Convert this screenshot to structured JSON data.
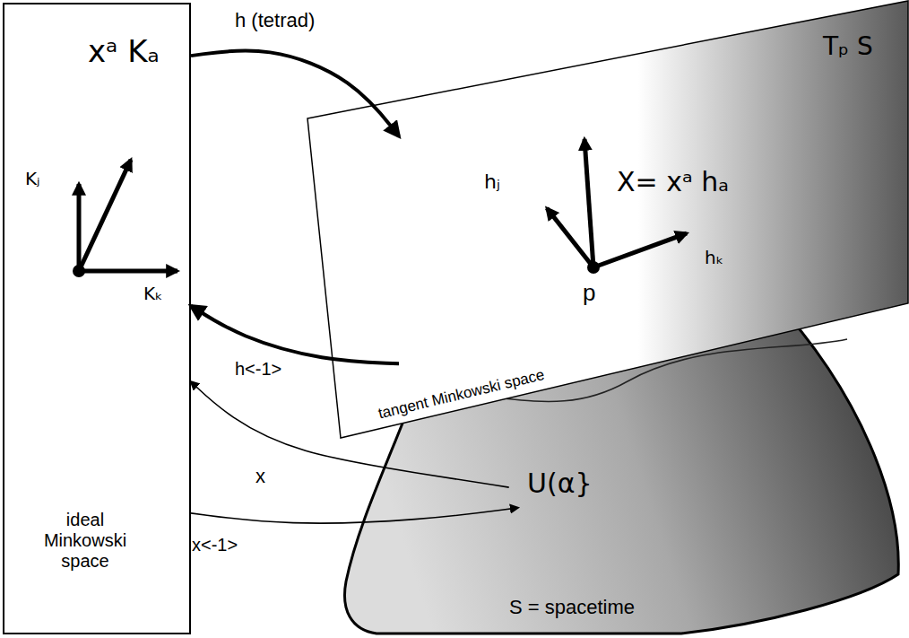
{
  "diagram": {
    "nodes": [
      {
        "text": [
          "xᵃ Kₐ",
          "Kⱼ",
          "Kₖ",
          "ideal Minkowski space"
        ]
      },
      {
        "text": [
          "Tₚ S",
          "hⱼ",
          "X= xᵃ hₐ",
          "hₖ",
          "p",
          "tangent Minkowski space"
        ]
      },
      {
        "text": [
          "U(α}",
          "S = spacetime"
        ]
      }
    ],
    "edges": [
      {
        "from": 0,
        "to": 1,
        "label": "h (tetrad)",
        "arrow": "to"
      },
      {
        "from": 1,
        "to": 0,
        "label": "h<-1>",
        "arrow": "to"
      },
      {
        "from": 2,
        "to": 0,
        "label": "x",
        "arrow": "to"
      },
      {
        "from": 0,
        "to": 2,
        "label": "x<-1>",
        "arrow": "to"
      }
    ]
  }
}
